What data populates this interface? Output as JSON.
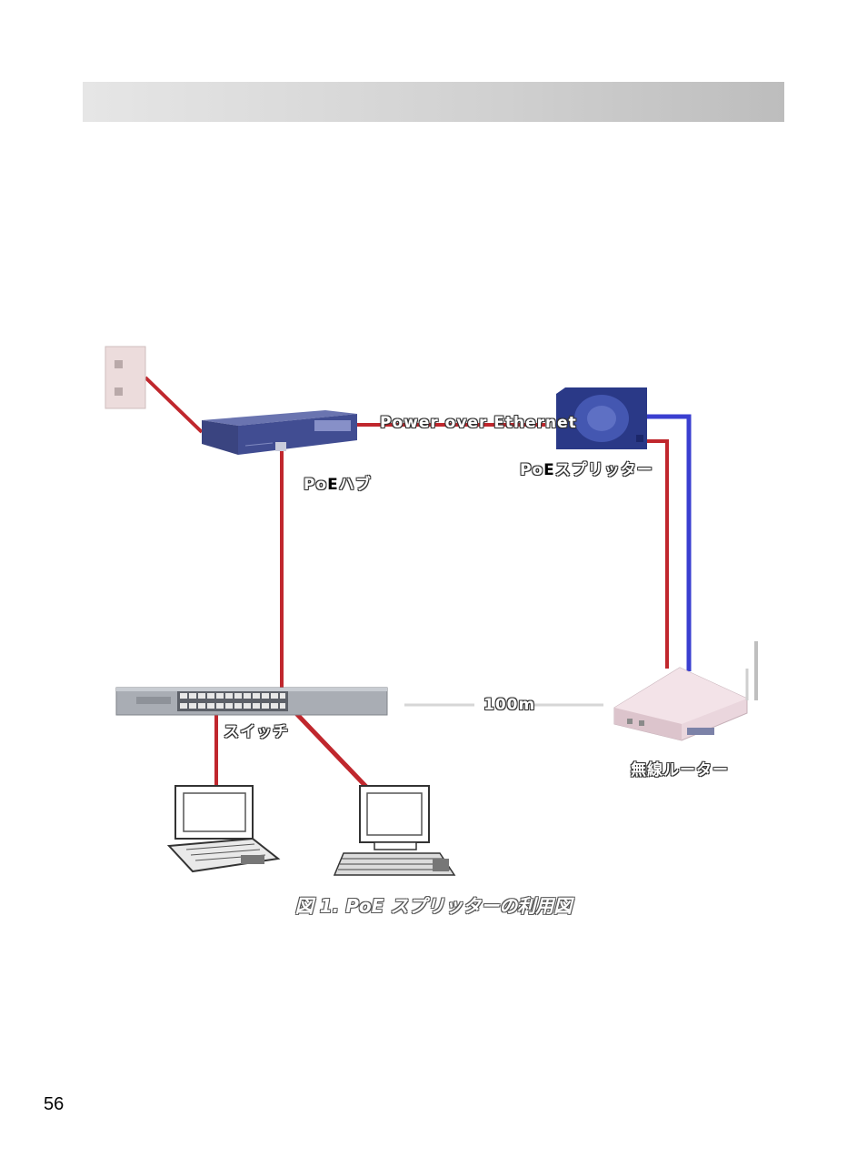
{
  "labels": {
    "poe_link": "Power over Ethernet",
    "poe_hub_prefix": "Po",
    "poe_hub_em": "E",
    "poe_hub_suffix": "ハブ",
    "splitter_prefix": "Po",
    "splitter_em": "E",
    "splitter_suffix": "スプリッター",
    "switch": "スイッチ",
    "distance": "100m",
    "router": "無線ルーター"
  },
  "caption": "図 1. PoE スプリッターの利用図",
  "page_number": "56",
  "colors": {
    "cable_power": "#c0272d",
    "cable_blue": "#3a3fd0",
    "hub": "#3f4a8c",
    "splitter": "#2b3a8a",
    "router": "#e9d4dc",
    "switch": "#a9adb4"
  }
}
